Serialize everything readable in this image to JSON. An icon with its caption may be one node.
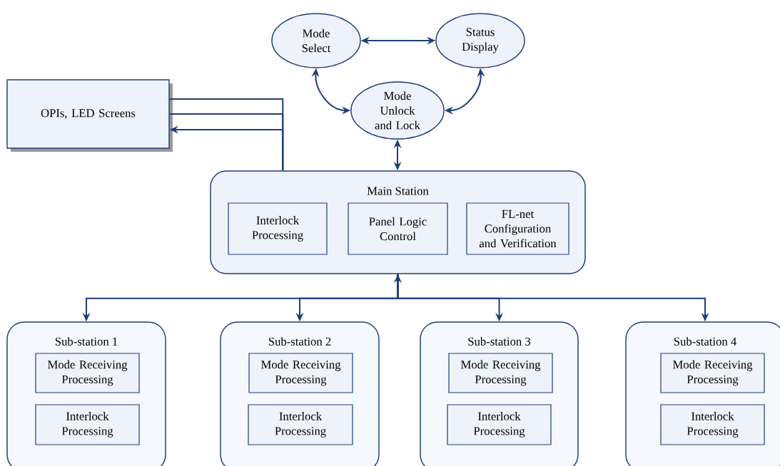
{
  "diagram": {
    "nodes": [
      {
        "text": [
          "Mode Select"
        ]
      },
      {
        "text": [
          "Status Display"
        ]
      },
      {
        "text": [
          "Mode Unlock and Lock"
        ]
      },
      {
        "text": [
          "OPIs, LED Screens"
        ]
      },
      {
        "text": [
          "Main Station"
        ]
      },
      {
        "text": [
          "Interlock Processing"
        ],
        "in": 4
      },
      {
        "text": [
          "Panel Logic Control"
        ],
        "in": 4
      },
      {
        "text": [
          "FL-net Configuration and Verification"
        ],
        "in": 4
      },
      {
        "text": [
          "Sub-station 1"
        ]
      },
      {
        "text": [
          "Mode Receiving Processing"
        ],
        "in": 8
      },
      {
        "text": [
          "Interlock Processing"
        ],
        "in": 8
      },
      {
        "text": [
          "Sub-station 2"
        ]
      },
      {
        "text": [
          "Mode Receiving Processing"
        ],
        "in": 11
      },
      {
        "text": [
          "Interlock Processing"
        ],
        "in": 11
      },
      {
        "text": [
          "Sub-station 3"
        ]
      },
      {
        "text": [
          "Mode Receiving Processing"
        ],
        "in": 14
      },
      {
        "text": [
          "Interlock Processing"
        ],
        "in": 14
      },
      {
        "text": [
          "Sub-station 4"
        ]
      },
      {
        "text": [
          "Mode Receiving Processing"
        ],
        "in": 17
      },
      {
        "text": [
          "Interlock Processing"
        ],
        "in": 17
      }
    ],
    "edges": [
      {
        "from": 0,
        "to": 1,
        "arrow": "both"
      },
      {
        "from": 0,
        "to": 2,
        "arrow": "both"
      },
      {
        "from": 1,
        "to": 2,
        "arrow": "both"
      },
      {
        "from": 2,
        "to": 4,
        "arrow": "both"
      },
      {
        "from": 4,
        "to": 3,
        "arrow": "none"
      },
      {
        "from": 4,
        "to": 3,
        "arrow": "none"
      },
      {
        "from": 4,
        "to": 3,
        "arrow": "to"
      },
      {
        "from": 4,
        "to": 8,
        "arrow": "both"
      },
      {
        "from": 4,
        "to": 11,
        "arrow": "both"
      },
      {
        "from": 4,
        "to": 14,
        "arrow": "both"
      },
      {
        "from": 4,
        "to": 17,
        "arrow": "both"
      }
    ]
  }
}
